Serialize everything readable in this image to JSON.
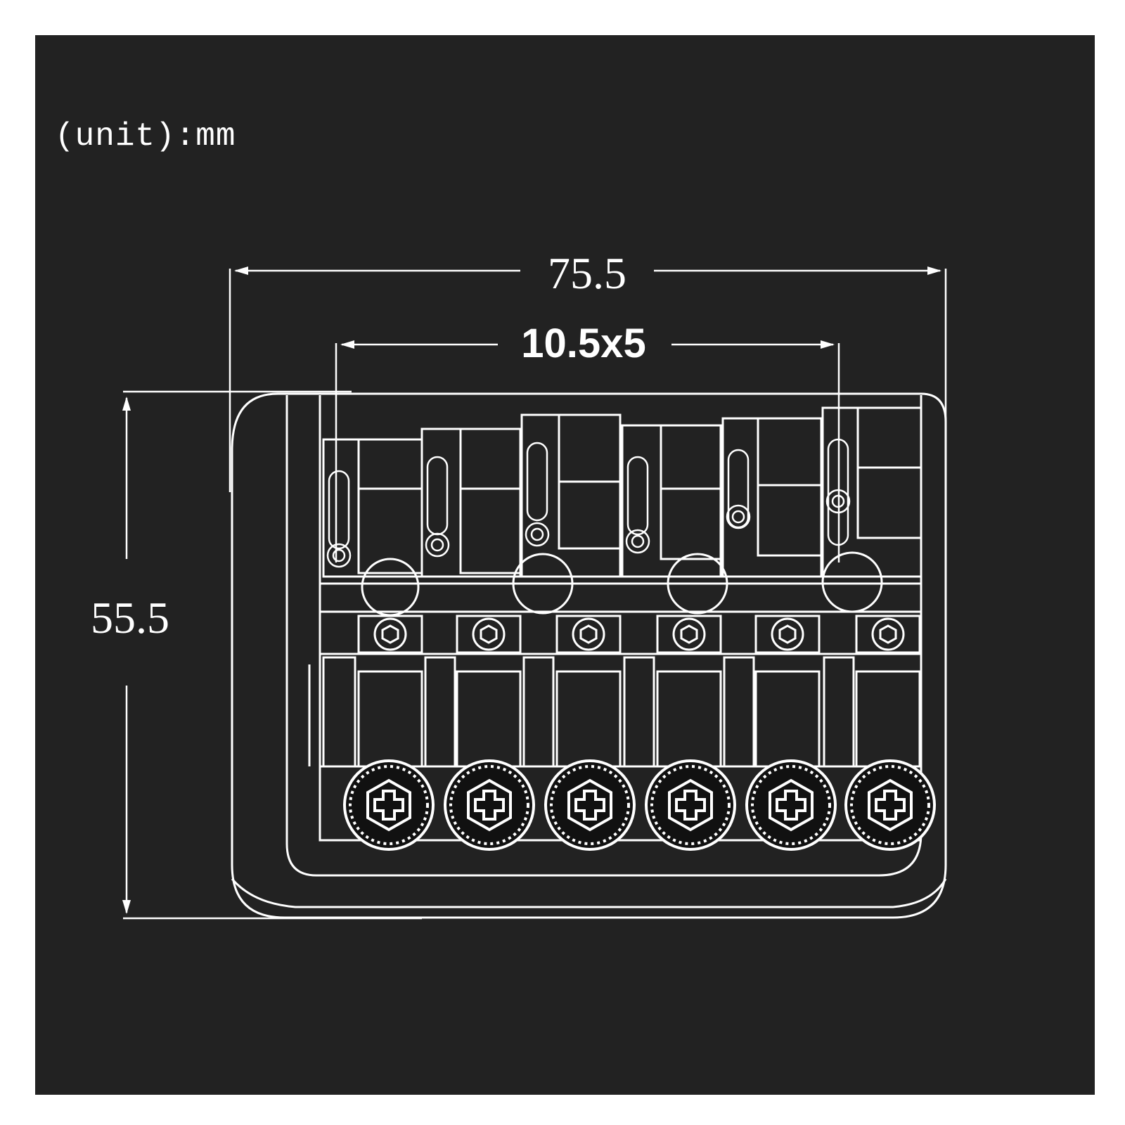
{
  "colors": {
    "background": "#222222",
    "line": "#ffffff",
    "page": "#ffffff"
  },
  "unit_label": "(unit):mm",
  "dimensions": {
    "overall_width": "75.5",
    "string_spacing": "10.5x5",
    "overall_length": "55.5"
  },
  "part": {
    "saddle_count": 6,
    "icons": [
      "phillips-screw-icon",
      "hex-socket-screw-icon",
      "hex-bolt-icon"
    ]
  }
}
